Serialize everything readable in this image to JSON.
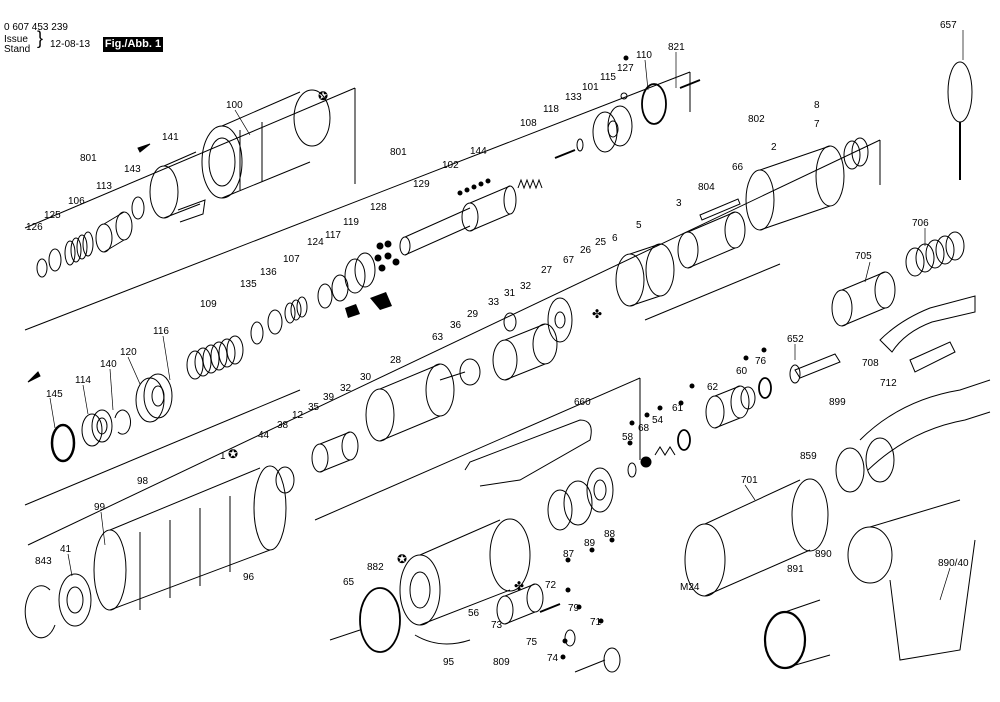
{
  "header": {
    "doc_number": "0 607 453 239",
    "issue_label": "Issue",
    "stand_label": "Stand",
    "date": "12-08-13",
    "figure_label": "Fig./Abb. 1"
  },
  "labels": [
    {
      "id": "657",
      "text": "657"
    },
    {
      "id": "821",
      "text": "821"
    },
    {
      "id": "110",
      "text": "110"
    },
    {
      "id": "127",
      "text": "127"
    },
    {
      "id": "115",
      "text": "115"
    },
    {
      "id": "101",
      "text": "101"
    },
    {
      "id": "133",
      "text": "133"
    },
    {
      "id": "118",
      "text": "118"
    },
    {
      "id": "108",
      "text": "108"
    },
    {
      "id": "144",
      "text": "144"
    },
    {
      "id": "102",
      "text": "102"
    },
    {
      "id": "129",
      "text": "129"
    },
    {
      "id": "801a",
      "text": "801"
    },
    {
      "id": "128",
      "text": "128"
    },
    {
      "id": "119",
      "text": "119"
    },
    {
      "id": "117",
      "text": "117"
    },
    {
      "id": "124",
      "text": "124"
    },
    {
      "id": "107",
      "text": "107"
    },
    {
      "id": "136",
      "text": "136"
    },
    {
      "id": "135",
      "text": "135"
    },
    {
      "id": "109",
      "text": "109"
    },
    {
      "id": "116",
      "text": "116"
    },
    {
      "id": "120",
      "text": "120"
    },
    {
      "id": "140",
      "text": "140"
    },
    {
      "id": "114",
      "text": "114"
    },
    {
      "id": "145",
      "text": "145"
    },
    {
      "id": "100",
      "text": "100"
    },
    {
      "id": "141",
      "text": "141"
    },
    {
      "id": "801b",
      "text": "801"
    },
    {
      "id": "143",
      "text": "143"
    },
    {
      "id": "113",
      "text": "113"
    },
    {
      "id": "106",
      "text": "106"
    },
    {
      "id": "125",
      "text": "125"
    },
    {
      "id": "126",
      "text": "126"
    },
    {
      "id": "802",
      "text": "802"
    },
    {
      "id": "8",
      "text": "8"
    },
    {
      "id": "7",
      "text": "7"
    },
    {
      "id": "2",
      "text": "2"
    },
    {
      "id": "66",
      "text": "66"
    },
    {
      "id": "804",
      "text": "804"
    },
    {
      "id": "3",
      "text": "3"
    },
    {
      "id": "5",
      "text": "5"
    },
    {
      "id": "6",
      "text": "6"
    },
    {
      "id": "706",
      "text": "706"
    },
    {
      "id": "705",
      "text": "705"
    },
    {
      "id": "25",
      "text": "25"
    },
    {
      "id": "26",
      "text": "26"
    },
    {
      "id": "67",
      "text": "67"
    },
    {
      "id": "27",
      "text": "27"
    },
    {
      "id": "32a",
      "text": "32"
    },
    {
      "id": "31",
      "text": "31"
    },
    {
      "id": "33",
      "text": "33"
    },
    {
      "id": "29",
      "text": "29"
    },
    {
      "id": "36",
      "text": "36"
    },
    {
      "id": "63",
      "text": "63"
    },
    {
      "id": "28",
      "text": "28"
    },
    {
      "id": "30",
      "text": "30"
    },
    {
      "id": "32b",
      "text": "32"
    },
    {
      "id": "39",
      "text": "39"
    },
    {
      "id": "35",
      "text": "35"
    },
    {
      "id": "12",
      "text": "12"
    },
    {
      "id": "38",
      "text": "38"
    },
    {
      "id": "44",
      "text": "44"
    },
    {
      "id": "652",
      "text": "652"
    },
    {
      "id": "76",
      "text": "76"
    },
    {
      "id": "60",
      "text": "60"
    },
    {
      "id": "62",
      "text": "62"
    },
    {
      "id": "708",
      "text": "708"
    },
    {
      "id": "712",
      "text": "712"
    },
    {
      "id": "660",
      "text": "660"
    },
    {
      "id": "54",
      "text": "54"
    },
    {
      "id": "61",
      "text": "61"
    },
    {
      "id": "68",
      "text": "68"
    },
    {
      "id": "58",
      "text": "58"
    },
    {
      "id": "899",
      "text": "899"
    },
    {
      "id": "859",
      "text": "859"
    },
    {
      "id": "1",
      "text": "1"
    },
    {
      "id": "98",
      "text": "98"
    },
    {
      "id": "99",
      "text": "99"
    },
    {
      "id": "843",
      "text": "843"
    },
    {
      "id": "41",
      "text": "41"
    },
    {
      "id": "96",
      "text": "96"
    },
    {
      "id": "701",
      "text": "701"
    },
    {
      "id": "M24",
      "text": "M24"
    },
    {
      "id": "890",
      "text": "890"
    },
    {
      "id": "890_40",
      "text": "890/40"
    },
    {
      "id": "891",
      "text": "891"
    },
    {
      "id": "87",
      "text": "87"
    },
    {
      "id": "89",
      "text": "89"
    },
    {
      "id": "88",
      "text": "88"
    },
    {
      "id": "882",
      "text": "882"
    },
    {
      "id": "65",
      "text": "65"
    },
    {
      "id": "72",
      "text": "72"
    },
    {
      "id": "79",
      "text": "79"
    },
    {
      "id": "56",
      "text": "56"
    },
    {
      "id": "73",
      "text": "73"
    },
    {
      "id": "75",
      "text": "75"
    },
    {
      "id": "71",
      "text": "71"
    },
    {
      "id": "74",
      "text": "74"
    },
    {
      "id": "809",
      "text": "809"
    },
    {
      "id": "95",
      "text": "95"
    }
  ]
}
